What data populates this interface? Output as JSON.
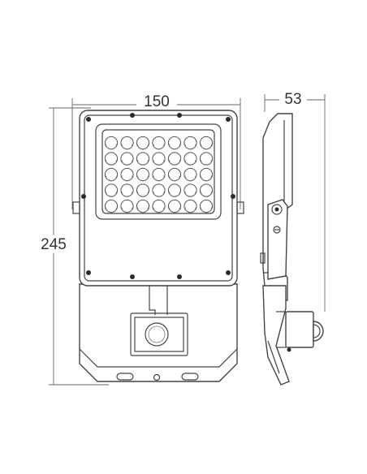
{
  "dimensions": {
    "width_label": "150",
    "height_label": "245",
    "depth_label": "53"
  },
  "front_view": {
    "led_rows": 5,
    "led_cols": 7
  }
}
